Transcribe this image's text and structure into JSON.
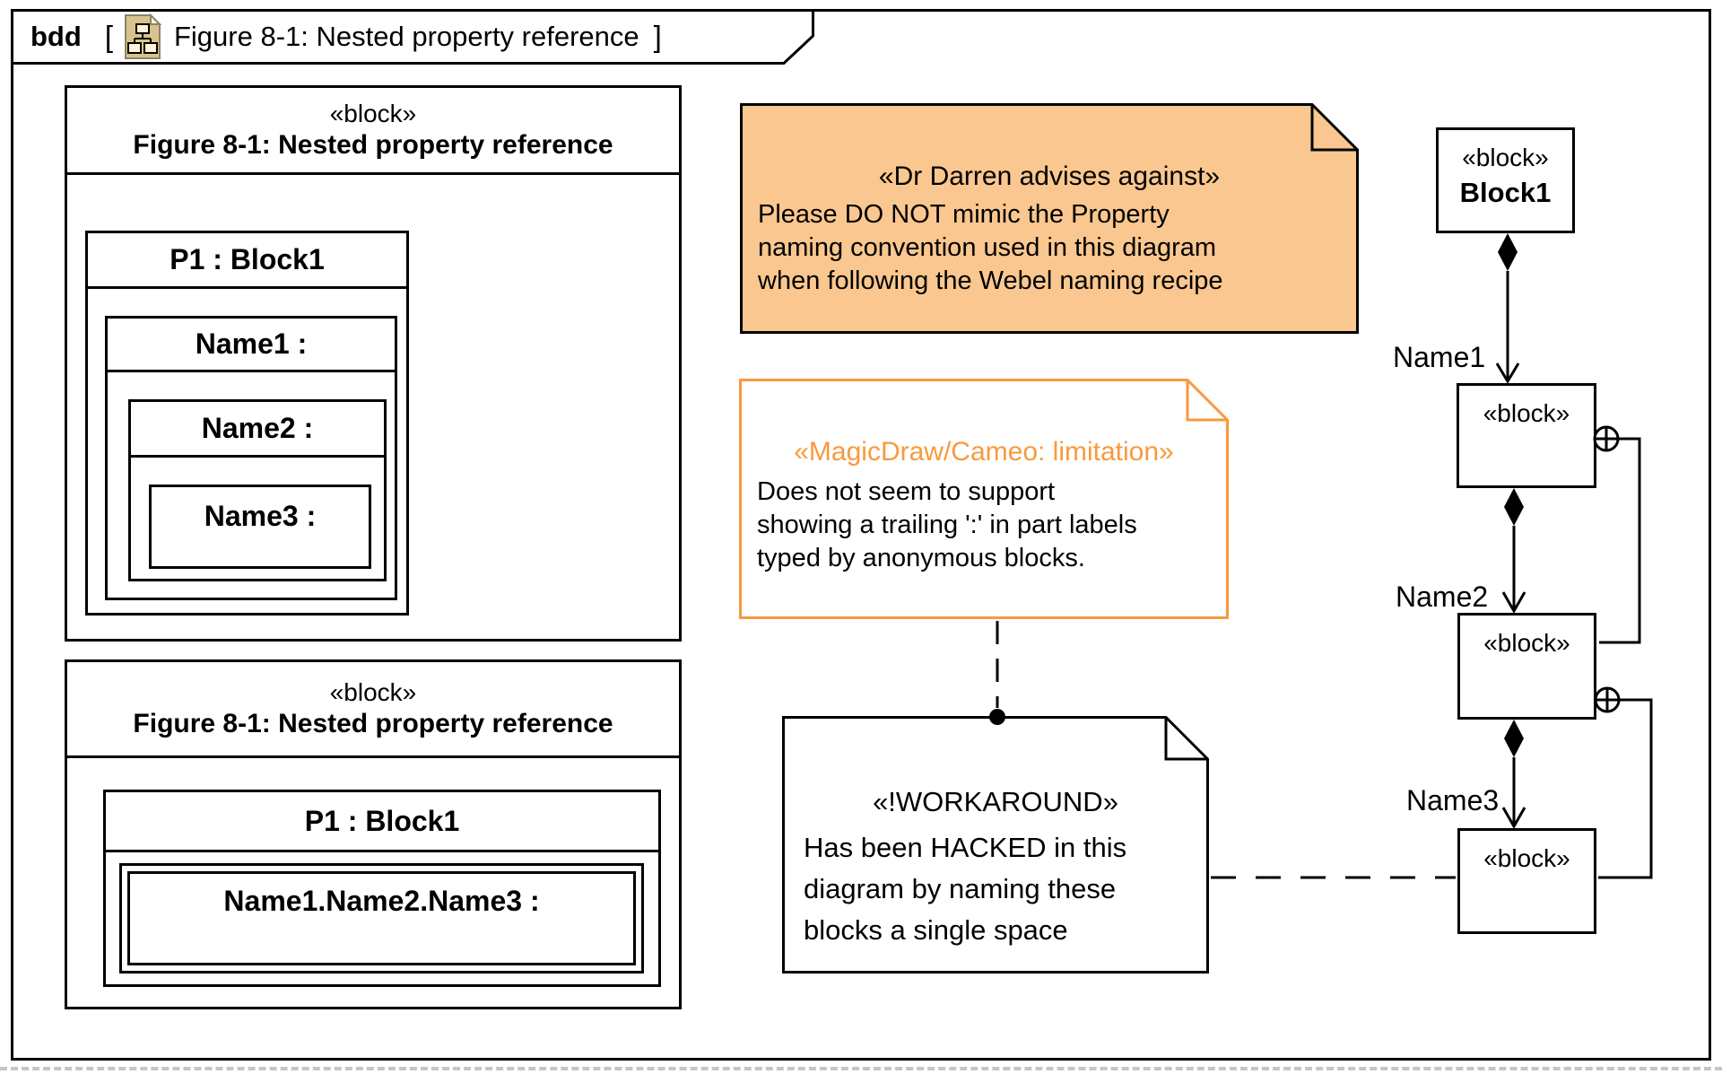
{
  "frame": {
    "keyword": "bdd",
    "open_bracket": "[",
    "close_bracket": "]",
    "title": "Figure 8-1: Nested property reference",
    "icon": "bdd-diagram-icon"
  },
  "left_blocks": {
    "expanded": {
      "stereotype": "«block»",
      "name": "Figure 8-1: Nested property reference",
      "part": "P1 : Block1",
      "nested_parts": [
        "Name1 :",
        "Name2 :",
        "Name3 :"
      ]
    },
    "dotted": {
      "stereotype": "«block»",
      "name": "Figure 8-1: Nested property reference",
      "part": "P1 : Block1",
      "nested_path_part": "Name1.Name2.Name3 :"
    }
  },
  "notes": {
    "advice": {
      "stereotype": "«Dr Darren advises against»",
      "lines": [
        "Please DO NOT mimic the Property",
        "naming convention used in this diagram",
        "when following the Webel naming recipe"
      ],
      "fill": "#F9C78F"
    },
    "limitation": {
      "stereotype": "«MagicDraw/Cameo: limitation»",
      "lines": [
        "Does not seem to support",
        "showing a trailing ':' in part labels",
        "typed by anonymous blocks."
      ],
      "accent": "#F89A3C"
    },
    "workaround": {
      "stereotype": "«!WORKAROUND»",
      "lines": [
        "Has been HACKED in this",
        "diagram by naming these",
        "blocks a single space"
      ]
    }
  },
  "hierarchy": {
    "block1": {
      "stereotype": "«block»",
      "name": "Block1"
    },
    "anon_blocks": [
      {
        "stereotype": "«block»"
      },
      {
        "stereotype": "«block»"
      },
      {
        "stereotype": "«block»"
      }
    ],
    "edge_labels": [
      "Name1",
      "Name2",
      "Name3"
    ]
  },
  "colors": {
    "line": "#000000",
    "icon_tan": "#D9C38D",
    "icon_paper": "#FBF4D7"
  }
}
